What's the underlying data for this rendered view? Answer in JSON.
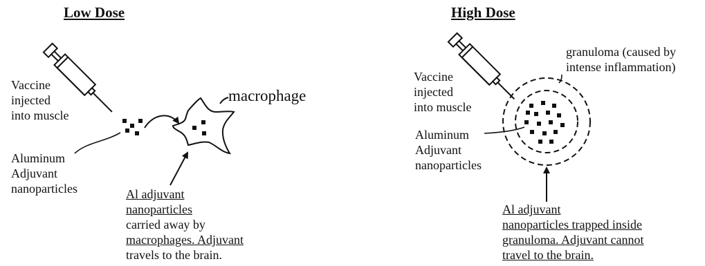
{
  "low_dose": {
    "title": "Low Dose",
    "vaccine_label": [
      "Vaccine",
      "injected",
      "into muscle"
    ],
    "adjuvant_label": [
      "Aluminum",
      "Adjuvant",
      "nanoparticles"
    ],
    "macrophage_label": "macrophage",
    "caption": [
      "Al adjuvant",
      "nanoparticles",
      "carried away by",
      "macrophages. Adjuvant",
      "travels to the brain."
    ]
  },
  "high_dose": {
    "title": "High Dose",
    "vaccine_label": [
      "Vaccine",
      "injected",
      "into muscle"
    ],
    "adjuvant_label": [
      "Aluminum",
      "Adjuvant",
      "nanoparticles"
    ],
    "granuloma_label": [
      "granuloma (caused by",
      "intense inflammation)"
    ],
    "caption": [
      "Al adjuvant",
      "nanoparticles trapped inside",
      "granuloma. Adjuvant cannot",
      "travel to the brain."
    ]
  },
  "colors": {
    "ink": "#111111",
    "background": "#ffffff"
  }
}
